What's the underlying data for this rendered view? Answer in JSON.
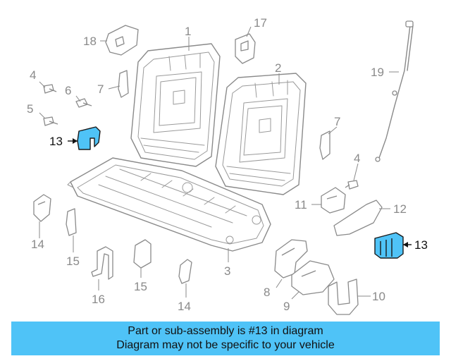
{
  "diagram": {
    "callouts": {
      "c1": "1",
      "c2": "2",
      "c3": "3",
      "c4a": "4",
      "c4b": "4",
      "c5": "5",
      "c6": "6",
      "c7a": "7",
      "c7b": "7",
      "c8": "8",
      "c9": "9",
      "c10": "10",
      "c11": "11",
      "c12": "12",
      "c13a": "13",
      "c13b": "13",
      "c14a": "14",
      "c14b": "14",
      "c15a": "15",
      "c15b": "15",
      "c16": "16",
      "c17": "17",
      "c18": "18",
      "c19": "19"
    },
    "highlight_color": "#4fc3f7"
  },
  "banner": {
    "line1": "Part or sub-assembly is #13 in diagram",
    "line2": "Diagram may not be specific to your vehicle",
    "background": "#4fc3f7"
  }
}
